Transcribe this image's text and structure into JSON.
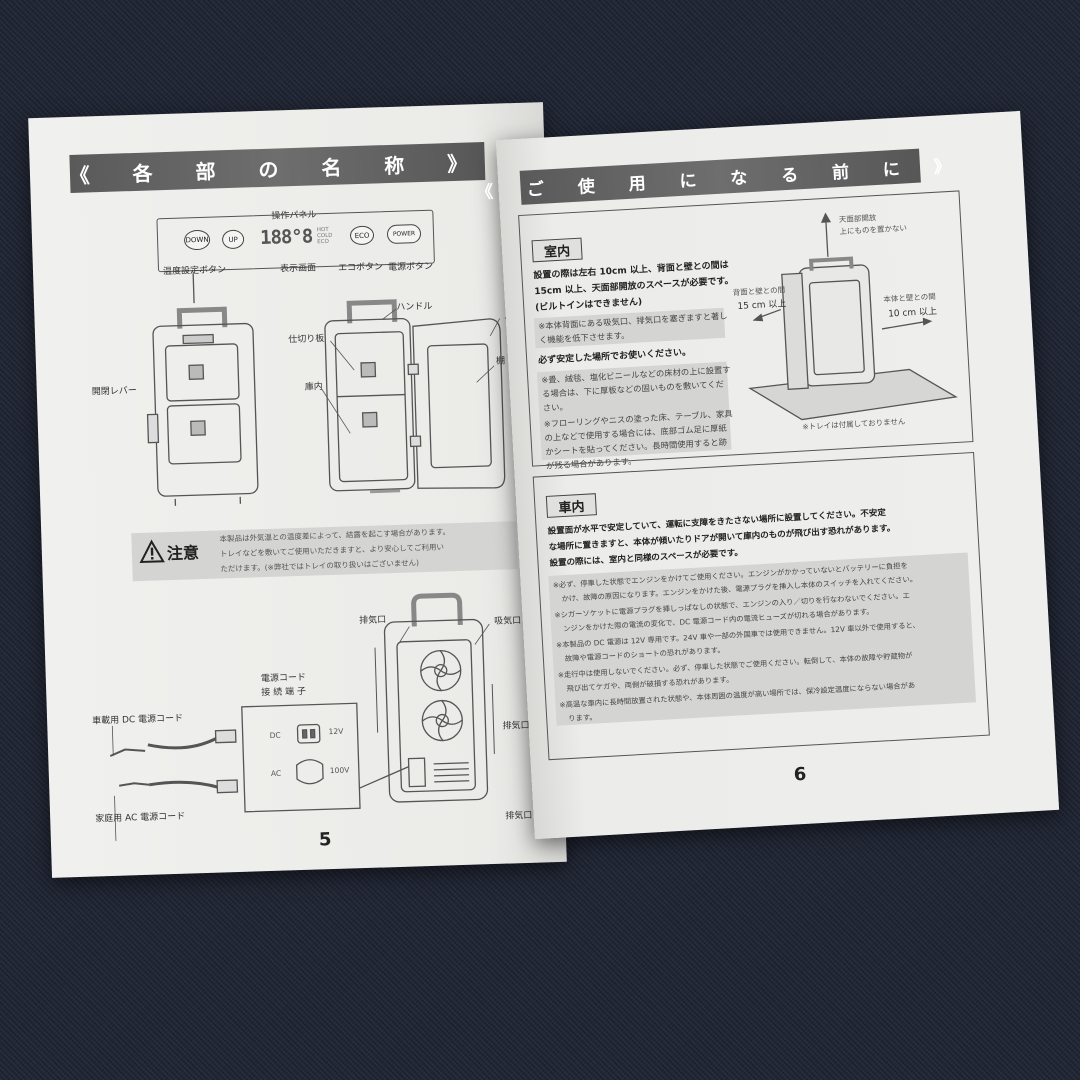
{
  "left_page": {
    "banner": "《 各 部 の 名 称 》",
    "panel_title": "操作パネル",
    "btn_down": "DOWN",
    "btn_up": "UP",
    "display_digits": "188°8",
    "display_modes": "HOT COLD ECO",
    "btn_eco": "ECO",
    "btn_power": "POWER",
    "label_temp_btn": "温度設定ボタン",
    "label_display": "表示画面",
    "label_eco_btn": "エコボタン",
    "label_power_btn": "電源ボタン",
    "label_handle": "ハンドル",
    "label_divider": "仕切り板",
    "label_interior": "庫内",
    "label_door": "扉",
    "label_shelf": "棚",
    "label_lever": "開閉レバー",
    "caution_title": "注意",
    "caution_text_1": "本製品は外気温との温度差によって、結露を起こす場合があります。",
    "caution_text_2": "トレイなどを敷いてご使用いただきますと、より安心してご利用い",
    "caution_text_3": "ただけます。(※弊社ではトレイの取り扱いはございません)",
    "label_intake": "吸気口",
    "label_exhaust_top": "排気口",
    "label_exhaust_side": "排気口",
    "label_exhaust_bottom": "排気口",
    "label_power_terminal_1": "電源コード",
    "label_power_terminal_2": "接 続 端 子",
    "label_dc": "DC",
    "label_12v": "12V",
    "label_ac": "AC",
    "label_100v": "100V",
    "label_dc_cord": "車載用 DC 電源コード",
    "label_ac_cord": "家庭用 AC 電源コード",
    "page_number": "5"
  },
  "right_page": {
    "banner": "《 ご 使 用 に な る 前 に 》",
    "indoor_tag": "室内",
    "indoor_text_1": "設置の際は左右 10cm 以上、背面と壁との間は",
    "indoor_text_2": "15cm 以上、天面部開放のスペースが必要です。",
    "indoor_text_3": "(ビルトインはできません)",
    "indoor_note_1": "※本体背面にある吸気口、排気口を塞ぎますと著し",
    "indoor_note_2": "く機能を低下させます。",
    "indoor_stable": "必ず安定した場所でお使いください。",
    "indoor_note_3": "※畳、絨毯、塩化ビニールなどの床材の上に設置す",
    "indoor_note_4": "る場合は、下に厚板などの固いものを敷いてくだ",
    "indoor_note_5": "さい。",
    "indoor_note_6": "※フローリングやニスの塗った床、テーブル、家具",
    "indoor_note_7": "の上などで使用する場合には、底部ゴム足に厚紙",
    "indoor_note_8": "かシートを貼ってください。長時間使用すると跡",
    "indoor_note_9": "が残る場合があります。",
    "dim_top_1": "天面部開放",
    "dim_top_2": "上にものを置かない",
    "dim_back_1": "背面と壁との間",
    "dim_back_2": "15 cm 以上",
    "dim_side_1": "本体と壁との間",
    "dim_side_2": "10 cm 以上",
    "tray_note": "※トレイは付属しておりません",
    "car_tag": "車内",
    "car_text_1": "設置面が水平で安定していて、運転に支障をきたさない場所に設置してください。不安定",
    "car_text_2": "な場所に置きますと、本体が傾いたりドアが開いて庫内のものが飛び出す恐れがあります。",
    "car_text_3": "設置の際には、室内と同様のスペースが必要です。",
    "car_note_1": "※必ず、停車した状態でエンジンをかけてご使用ください。エンジンがかかっていないとバッテリーに負担を",
    "car_note_2": "かけ、故障の原因になります。エンジンをかけた後、電源プラグを挿入し本体のスイッチを入れてください。",
    "car_note_3": "※シガーソケットに電源プラグを挿しっぱなしの状態で、エンジンの入り／切りを行なわないでください。エ",
    "car_note_4": "ンジンをかけた際の電流の変化で、DC 電源コード内の電流ヒューズが切れる場合があります。",
    "car_note_5": "※本製品の DC 電源は 12V 専用です。24V 車や一部の外国車では使用できません。12V 車以外で使用すると、",
    "car_note_6": "故障や電源コードのショートの恐れがあります。",
    "car_note_7": "※走行中は使用しないでください。必ず、停車した状態でご使用ください。転倒して、本体の故障や貯蔵物が",
    "car_note_8": "飛び出てケガや、両側が破損する恐れがあります。",
    "car_note_9": "※高温な車内に長時間放置された状態や、本体周囲の温度が高い場所では、保冷設定温度にならない場合があ",
    "car_note_10": "ります。",
    "page_number": "6"
  }
}
